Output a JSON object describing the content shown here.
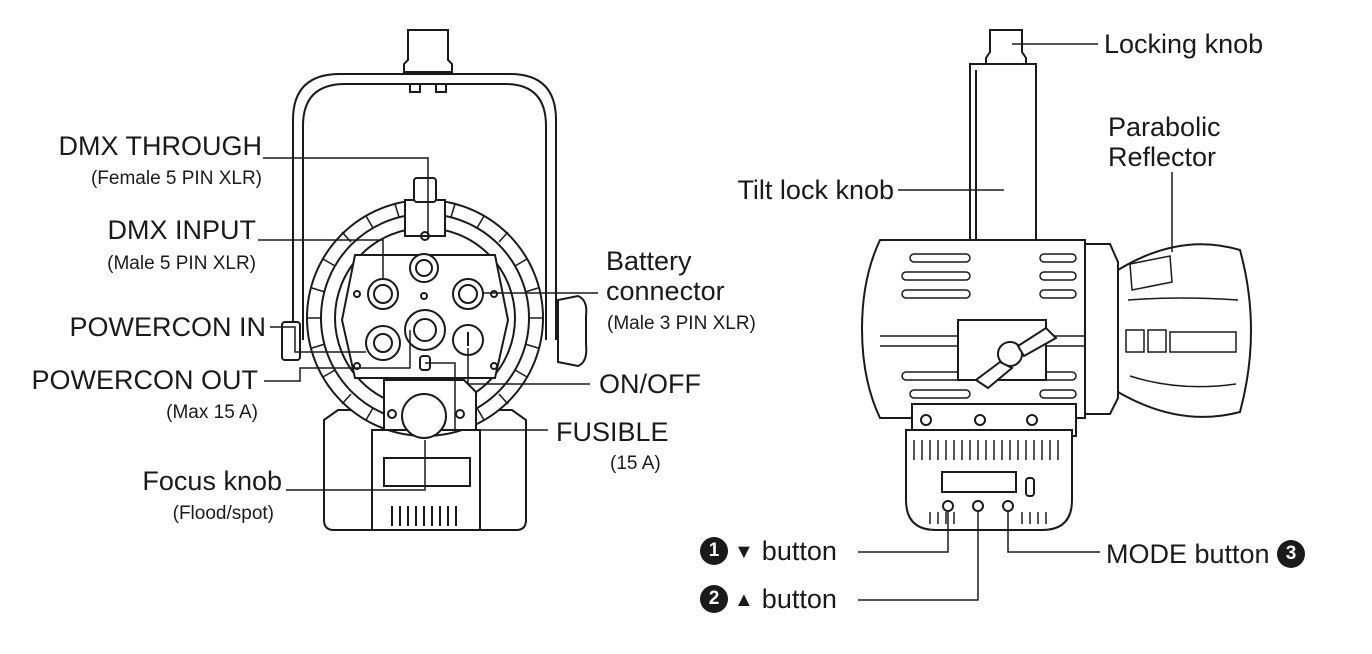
{
  "front_view": {
    "dmx_through": "DMX THROUGH",
    "dmx_through_sub": "(Female 5 PIN XLR)",
    "dmx_input": "DMX INPUT",
    "dmx_input_sub": "(Male 5 PIN XLR)",
    "powercon_in": "POWERCON IN",
    "powercon_out": "POWERCON OUT",
    "powercon_out_sub": "(Max 15 A)",
    "focus_knob": "Focus knob",
    "focus_knob_sub": "(Flood/spot)",
    "battery_connector_1": "Battery",
    "battery_connector_2": "connector",
    "battery_connector_sub": "(Male 3 PIN XLR)",
    "on_off": "ON/OFF",
    "fusible": "FUSIBLE",
    "fusible_sub": "(15 A)"
  },
  "side_view": {
    "locking_knob": "Locking knob",
    "parabolic_1": "Parabolic",
    "parabolic_2": "Reflector",
    "tilt_lock_knob": "Tilt lock knob",
    "down_button": "button",
    "down_button_num": "1",
    "down_button_symbol": "▼",
    "up_button": "button",
    "up_button_num": "2",
    "up_button_symbol": "▲",
    "mode_button": "MODE button",
    "mode_button_num": "3"
  },
  "colors": {
    "line": "#1a1a1a",
    "background": "#ffffff"
  }
}
